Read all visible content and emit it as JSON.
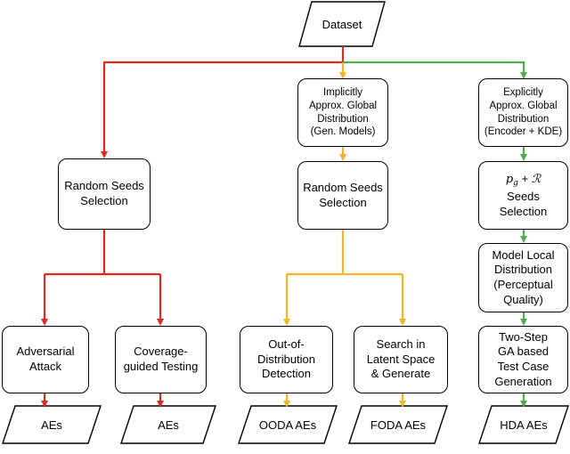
{
  "dataset": "Dataset",
  "col1": {
    "seeds": [
      "Random Seeds",
      "Selection"
    ],
    "adv": [
      "Adversarial",
      "Attack"
    ],
    "cov": [
      "Coverage-",
      "guided Testing"
    ],
    "out_a": "AEs",
    "out_b": "AEs"
  },
  "col2": {
    "implicit": [
      "Implicitly",
      "Approx. Global",
      "Distribution",
      "(Gen. Models)"
    ],
    "seeds": [
      "Random Seeds",
      "Selection"
    ],
    "ood": [
      "Out-of-",
      "Distribution",
      "Detection"
    ],
    "search": [
      "Search in",
      "Latent Space",
      "& Generate"
    ],
    "out_a": "OODA AEs",
    "out_b": "FODA AEs"
  },
  "col3": {
    "explicit": [
      "Explicitly",
      "Approx. Global",
      "Distribution",
      "(Encoder + KDE)"
    ],
    "seeds_math": "p_g + R",
    "seeds": [
      "Seeds",
      "Selection"
    ],
    "local": [
      "Model Local",
      "Distribution",
      "(Perceptual",
      "Quality)"
    ],
    "ga": [
      "Two-Step",
      "GA based",
      "Test Case",
      "Generation"
    ],
    "out": "HDA AEs"
  },
  "colors": {
    "red": "#e02a1f",
    "yellow": "#f4b522",
    "green": "#4fae4b"
  }
}
